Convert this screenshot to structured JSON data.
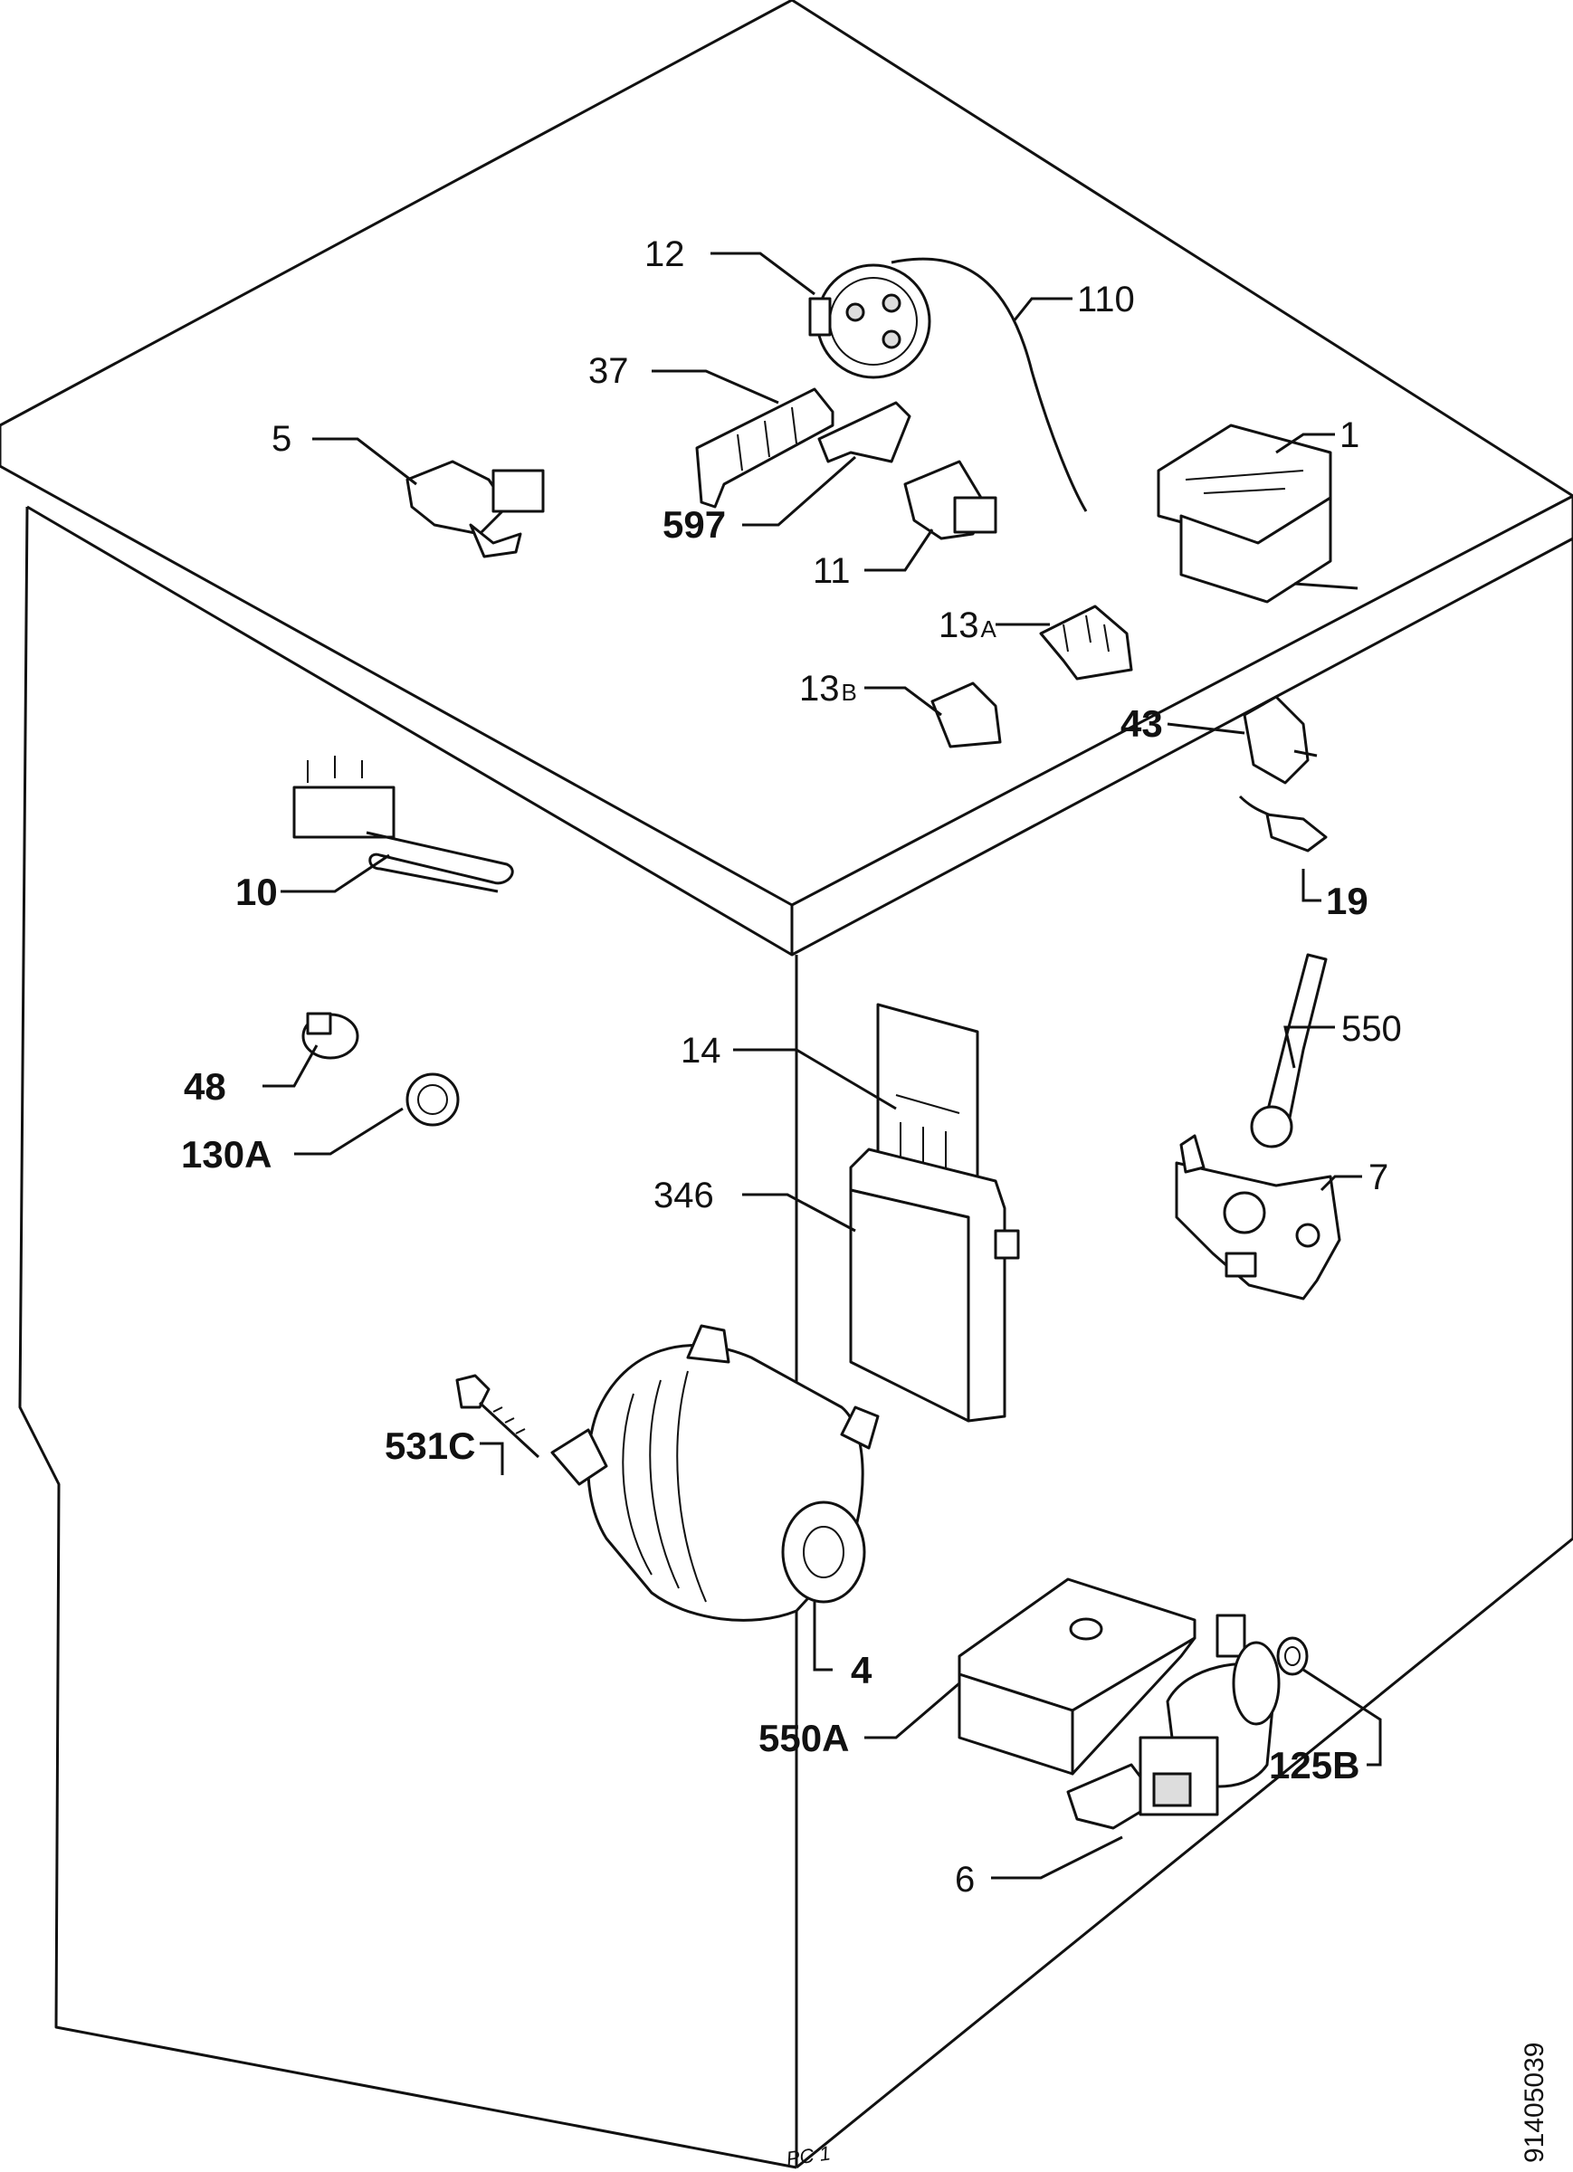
{
  "labels": {
    "p12": "12",
    "p110": "110",
    "p37": "37",
    "p5": "5",
    "p597": "597",
    "p1": "1",
    "p11": "11",
    "p13a_num": "13",
    "p13a_sub": "A",
    "p13b_num": "13",
    "p13b_sub": "B",
    "p43": "43",
    "p10": "10",
    "p19": "19",
    "p550": "550",
    "p48": "48",
    "p14": "14",
    "p130a": "130A",
    "p346": "346",
    "p7": "7",
    "p531c": "531C",
    "p4": "4",
    "p550a": "550A",
    "p125b": "125B",
    "p6": "6"
  },
  "drawing_code": "91405039",
  "corner_mark": "PC 1"
}
